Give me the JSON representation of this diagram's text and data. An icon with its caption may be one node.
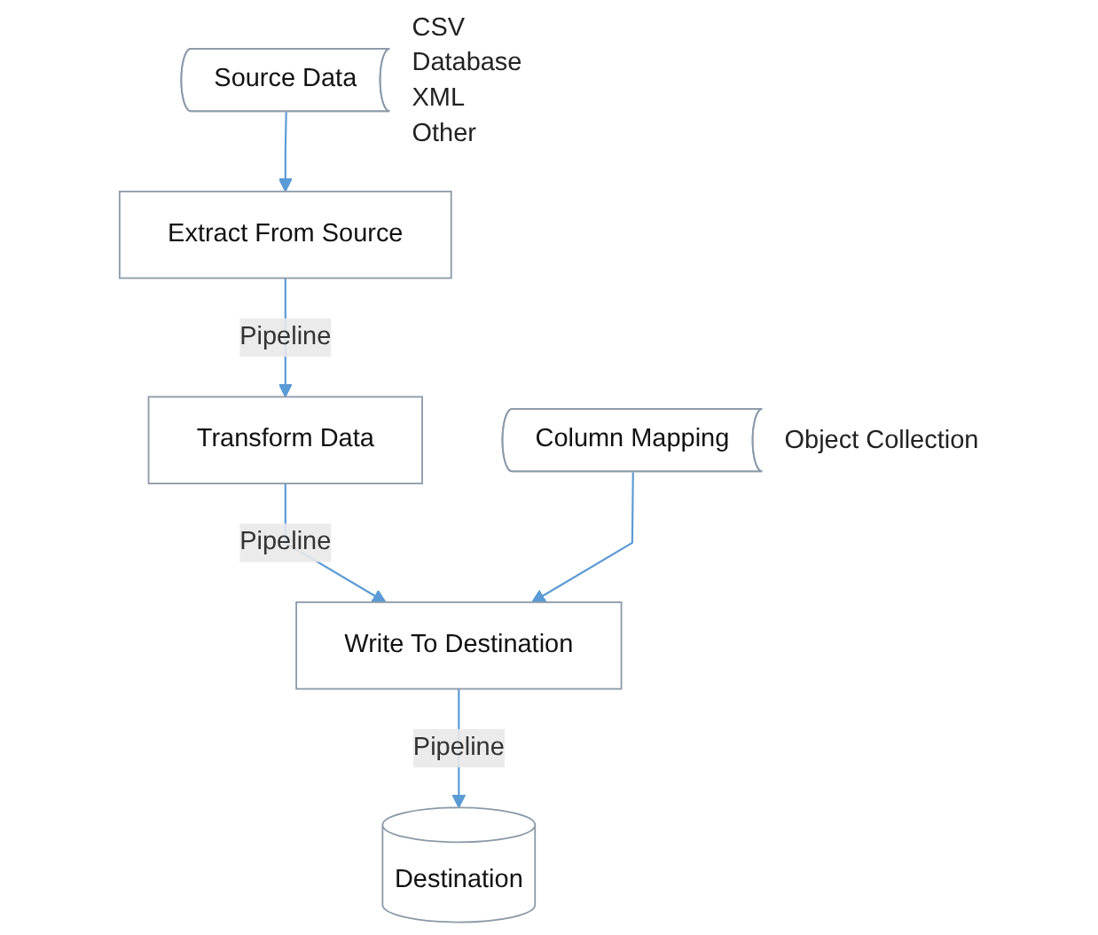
{
  "diagram": {
    "nodes": [
      {
        "text": [
          "Source Data"
        ],
        "beside": [
          "CSV",
          "Database",
          "XML",
          "Other"
        ]
      },
      {
        "text": [
          "Extract From Source"
        ]
      },
      {
        "text": [
          "Transform Data"
        ]
      },
      {
        "text": [
          "Column Mapping"
        ],
        "beside": [
          "Object Collection"
        ]
      },
      {
        "text": [
          "Write To Destination"
        ]
      },
      {
        "text": [
          "Destination"
        ]
      }
    ],
    "edges": [
      {
        "from": 0,
        "to": 1,
        "arrow": "to"
      },
      {
        "from": 1,
        "to": 2,
        "arrow": "to",
        "label": "Pipeline"
      },
      {
        "from": 2,
        "to": 4,
        "arrow": "to",
        "label": "Pipeline"
      },
      {
        "from": 3,
        "to": 4,
        "arrow": "to"
      },
      {
        "from": 4,
        "to": 5,
        "arrow": "to",
        "label": "Pipeline"
      }
    ]
  }
}
